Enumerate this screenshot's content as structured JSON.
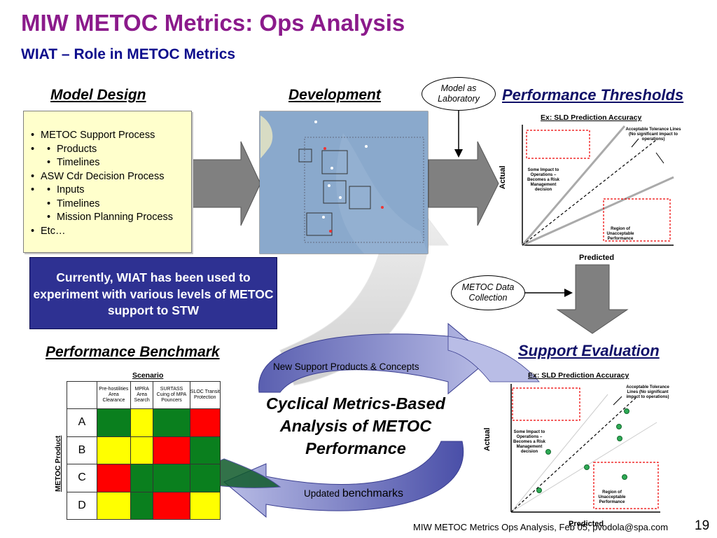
{
  "slide": {
    "title": "MIW METOC Metrics:  Ops Analysis",
    "subtitle": "WIAT – Role in METOC Metrics",
    "footer": "MIW METOC Metrics Ops Analysis, Feb 05, pvodola@spa.com",
    "page_number": "19"
  },
  "sections": {
    "model_design": "Model Design",
    "development": "Development",
    "performance_thresholds": "Performance Thresholds",
    "performance_benchmark": "Performance Benchmark",
    "support_evaluation": "Support Evaluation"
  },
  "model_design_list": {
    "item1": "METOC Support Process",
    "item1_sub1": "Products",
    "item1_sub2": "Timelines",
    "item2": "ASW Cdr Decision Process",
    "item2_sub1": "Inputs",
    "item2_sub2": "Timelines",
    "item2_sub3": "Mission Planning Process",
    "item3": "Etc…"
  },
  "callout": "Currently, WIAT has been used to experiment with various levels of METOC support to STW",
  "bubbles": {
    "model_lab": "Model as Laboratory",
    "data_collection": "METOC Data Collection"
  },
  "cycle": {
    "center": "Cyclical Metrics-Based Analysis of METOC Performance",
    "top_label": "New Support Products & Concepts",
    "bottom_prefix": "Updated",
    "bottom_word": "benchmarks"
  },
  "threshold_chart": {
    "title": "Ex:  SLD Prediction Accuracy",
    "xlabel": "Predicted",
    "ylabel": "Actual",
    "note_tolerance": "Acceptable Tolerance Lines (No significant impact to operations)",
    "note_risk": "Some Impact to Operations – Becomes a Risk Management decision",
    "note_unacceptable": "Region of Unacceptable Performance"
  },
  "eval_chart": {
    "title": "Ex:  SLD Prediction Accuracy",
    "xlabel": "Predicted",
    "ylabel": "Actual",
    "note_tolerance": "Acceptable Tolerance Lines (No significant impact to operations)",
    "note_risk": "Some Impact to Operations – Becomes a Risk Management decision",
    "note_unacceptable": "Region of Unacceptable Performance"
  },
  "benchmark": {
    "scenario_label": "Scenario",
    "product_label": "METOC Product",
    "columns": [
      "Pre-hostilities Area Clearance",
      "MPRA Area Search",
      "SURTASS Cuing of MPA Pouncers",
      "SLOC Transit Protection"
    ],
    "rows": [
      {
        "label": "A",
        "cells": [
          "green",
          "yellow",
          "green",
          "red"
        ]
      },
      {
        "label": "B",
        "cells": [
          "yellow",
          "yellow",
          "red",
          "green"
        ]
      },
      {
        "label": "C",
        "cells": [
          "red",
          "green",
          "green",
          "green"
        ]
      },
      {
        "label": "D",
        "cells": [
          "yellow",
          "green",
          "red",
          "yellow"
        ]
      }
    ]
  },
  "colors": {
    "title": "#8b1a8b",
    "subtitle": "#0d0d8c",
    "callout_bg": "#2e3192",
    "status_green": "#0a7f1e",
    "status_yellow": "#ffff00",
    "status_red": "#ff0000"
  }
}
